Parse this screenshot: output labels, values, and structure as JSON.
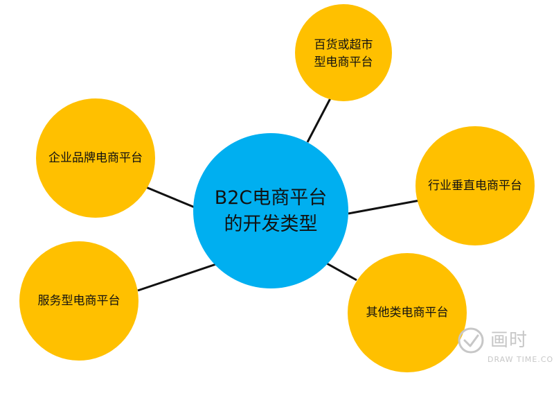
{
  "diagram": {
    "center": {
      "line1": "B2C电商平台",
      "line2": "的开发类型"
    },
    "nodes": [
      {
        "id": "department-store",
        "line1": "百货或超市",
        "line2": "型电商平台"
      },
      {
        "id": "enterprise-brand",
        "line1": "企业品牌电商平台"
      },
      {
        "id": "vertical-industry",
        "line1": "行业垂直电商平台"
      },
      {
        "id": "service-type",
        "line1": "服务型电商平台"
      },
      {
        "id": "other-type",
        "line1": "其他类电商平台"
      }
    ],
    "colors": {
      "center_fill": "#00aff0",
      "node_fill": "#ffc000",
      "connector": "#111111",
      "watermark": "#c7c7c7"
    }
  },
  "watermark": {
    "brand": "画时",
    "url": "DRAW TIME.COM",
    "icon": "clock-check-icon"
  }
}
